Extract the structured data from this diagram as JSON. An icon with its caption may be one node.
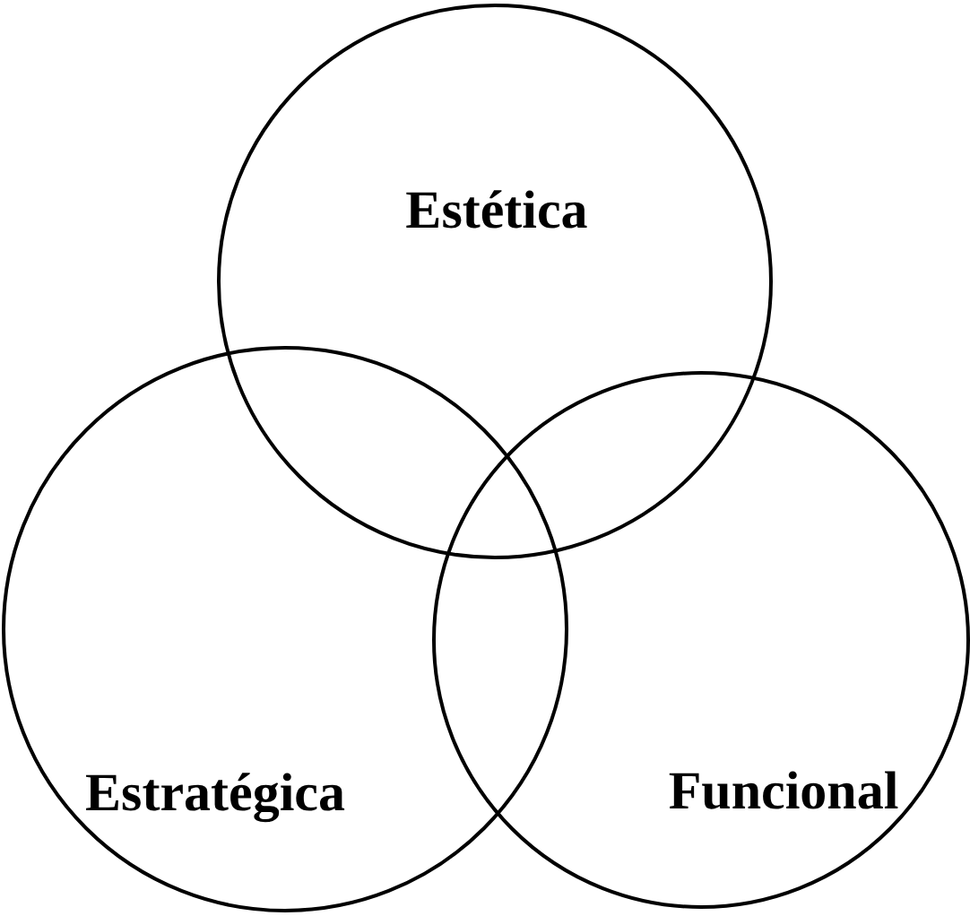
{
  "diagram": {
    "nodes": [
      {
        "text": [
          "Estética"
        ]
      },
      {
        "text": [
          "Estratégica"
        ]
      },
      {
        "text": [
          "Funcional"
        ]
      }
    ]
  }
}
